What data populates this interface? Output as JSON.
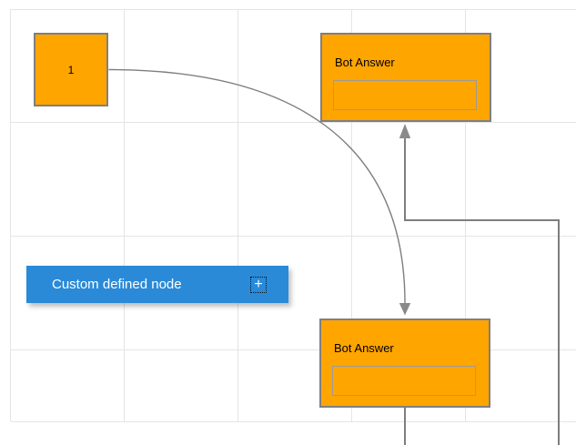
{
  "colors": {
    "canvas_background": "#FFFFFF",
    "grid_line": "#E5E5E5",
    "node_fill": "#FFA500",
    "node_border": "#7F7F7F",
    "inner_box_border": "#9B9B9B",
    "connector": "#7E7E7E",
    "arrowhead": "#8A8A8A",
    "custom_node_fill": "#2A8AD8",
    "custom_node_text": "#FFFFFF",
    "node_text": "#000000"
  },
  "nodes": {
    "number_node": {
      "label": "1"
    },
    "bot_answer_top": {
      "title": "Bot Answer"
    },
    "bot_answer_bottom": {
      "title": "Bot Answer"
    },
    "custom_node": {
      "label": "Custom defined node",
      "add_icon_glyph": "+"
    }
  }
}
